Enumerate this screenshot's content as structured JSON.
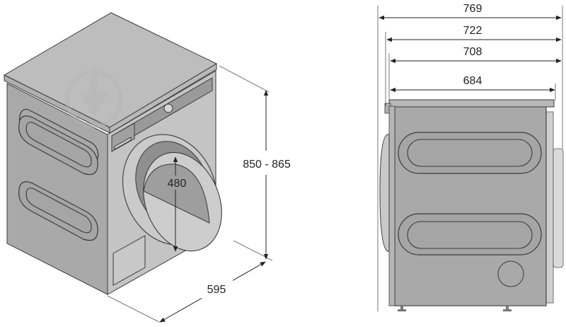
{
  "diagram": {
    "subject": "Washing machine dimension drawing",
    "colors": {
      "body_side": "#a9a9a9",
      "body_front": "#c4c4c4",
      "top": "#bdbdbd",
      "panel_dark": "#9a9a9a",
      "door_glass": "#9e9e9e",
      "outline": "#3a3a3a",
      "dimension_line": "#222222",
      "watermark": "#b5b5b5"
    },
    "isometric_view": {
      "height_label": "850 - 865",
      "width_label": "595",
      "door_opening_label": "480"
    },
    "side_view": {
      "depth_labels": [
        "769",
        "722",
        "708",
        "684"
      ]
    }
  }
}
